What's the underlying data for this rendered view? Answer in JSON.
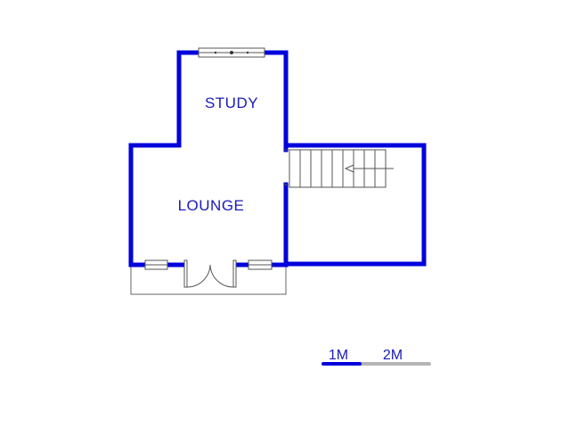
{
  "colors": {
    "wall": "#0000dd",
    "label": "#1a1ab8",
    "line": "#555555",
    "scale_primary": "#0000dd",
    "scale_secondary": "#b5b5b5"
  },
  "rooms": [
    {
      "id": "study",
      "label": "STUDY"
    },
    {
      "id": "lounge",
      "label": "LOUNGE"
    }
  ],
  "stairs": {
    "steps": 9,
    "direction": "left"
  },
  "scale_bar": {
    "first_label": "1M",
    "second_label": "2M"
  }
}
